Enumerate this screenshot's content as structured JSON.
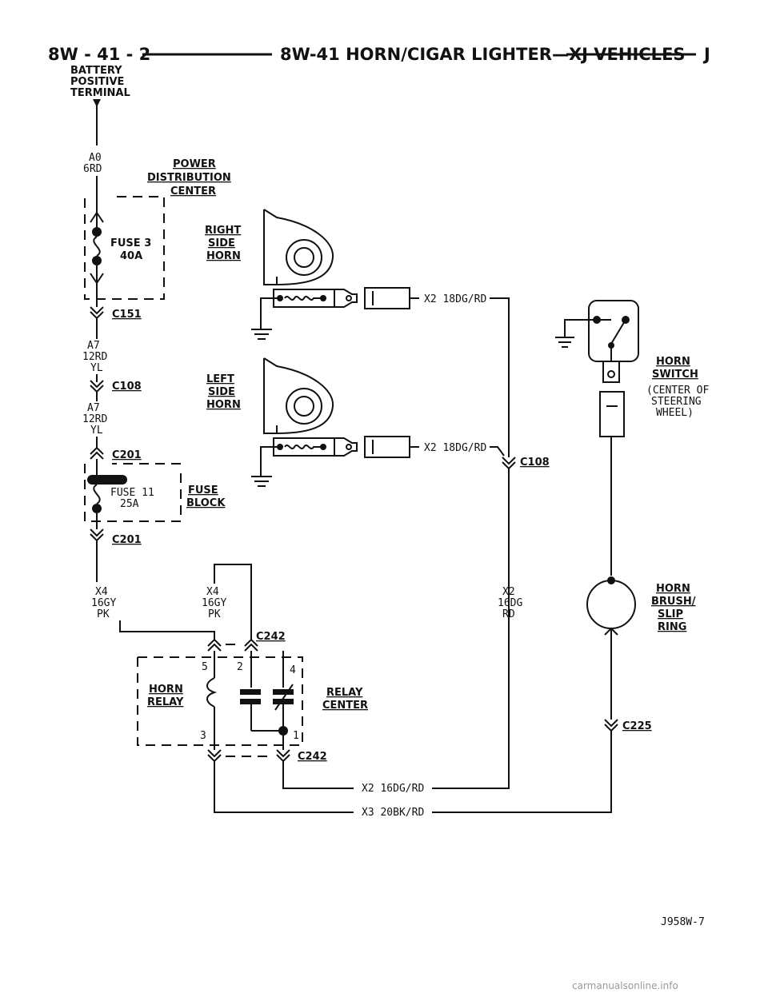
{
  "header": {
    "page_code": "8W - 41 - 2",
    "title": "8W-41 HORN/CIGAR LIGHTER—XJ VEHICLES",
    "letter": "J"
  },
  "battery": {
    "line1": "BATTERY",
    "line2": "POSITIVE",
    "line3": "TERMINAL"
  },
  "pdc": {
    "line1": "POWER",
    "line2": "DISTRIBUTION",
    "line3": "CENTER",
    "fuse_label": "FUSE 3",
    "fuse_rating": "40A"
  },
  "wires": {
    "a0_circuit": "A0",
    "a0_gauge": "6RD",
    "a7_circuit_1": "A7",
    "a7_gauge_1": "12RD",
    "a7_color_1": "YL",
    "a7_circuit_2": "A7",
    "a7_gauge_2": "12RD",
    "a7_color_2": "YL",
    "x4_left_circuit": "X4",
    "x4_left_gauge": "16GY",
    "x4_left_color": "PK",
    "x4_right_circuit": "X4",
    "x4_right_gauge": "16GY",
    "x4_right_color": "PK",
    "x2_right_circuit": "X2",
    "x2_right_gauge": "16DG",
    "x2_right_color": "RD",
    "x2_right_horn": "X2 18DG/RD",
    "x2_left_horn": "X2 18DG/RD",
    "x2_bottom": "X2 16DG/RD",
    "x3_bottom": "X3 20BK/RD"
  },
  "connectors": {
    "c151": "C151",
    "c108_left": "C108",
    "c201_top": "C201",
    "c201_bottom": "C201",
    "c242_top": "C242",
    "c242_bottom": "C242",
    "c108_right": "C108",
    "c225": "C225"
  },
  "fuse_block": {
    "fuse_label": "FUSE 11",
    "fuse_rating": "25A",
    "line1": "FUSE",
    "line2": "BLOCK"
  },
  "right_horn": {
    "line1": "RIGHT",
    "line2": "SIDE",
    "line3": "HORN"
  },
  "left_horn": {
    "line1": "LEFT",
    "line2": "SIDE",
    "line3": "HORN"
  },
  "horn_switch": {
    "line1": "HORN",
    "line2": "SWITCH",
    "line3": "(CENTER OF",
    "line4": "STEERING",
    "line5": "WHEEL)"
  },
  "horn_brush": {
    "line1": "HORN",
    "line2": "BRUSH/",
    "line3": "SLIP",
    "line4": "RING"
  },
  "relay": {
    "line1": "HORN",
    "line2": "RELAY",
    "center1": "RELAY",
    "center2": "CENTER",
    "pin5": "5",
    "pin2": "2",
    "pin4": "4",
    "pin3": "3",
    "pin1": "1"
  },
  "figure_code": "J958W-7",
  "watermark": "carmanualsonline.info"
}
